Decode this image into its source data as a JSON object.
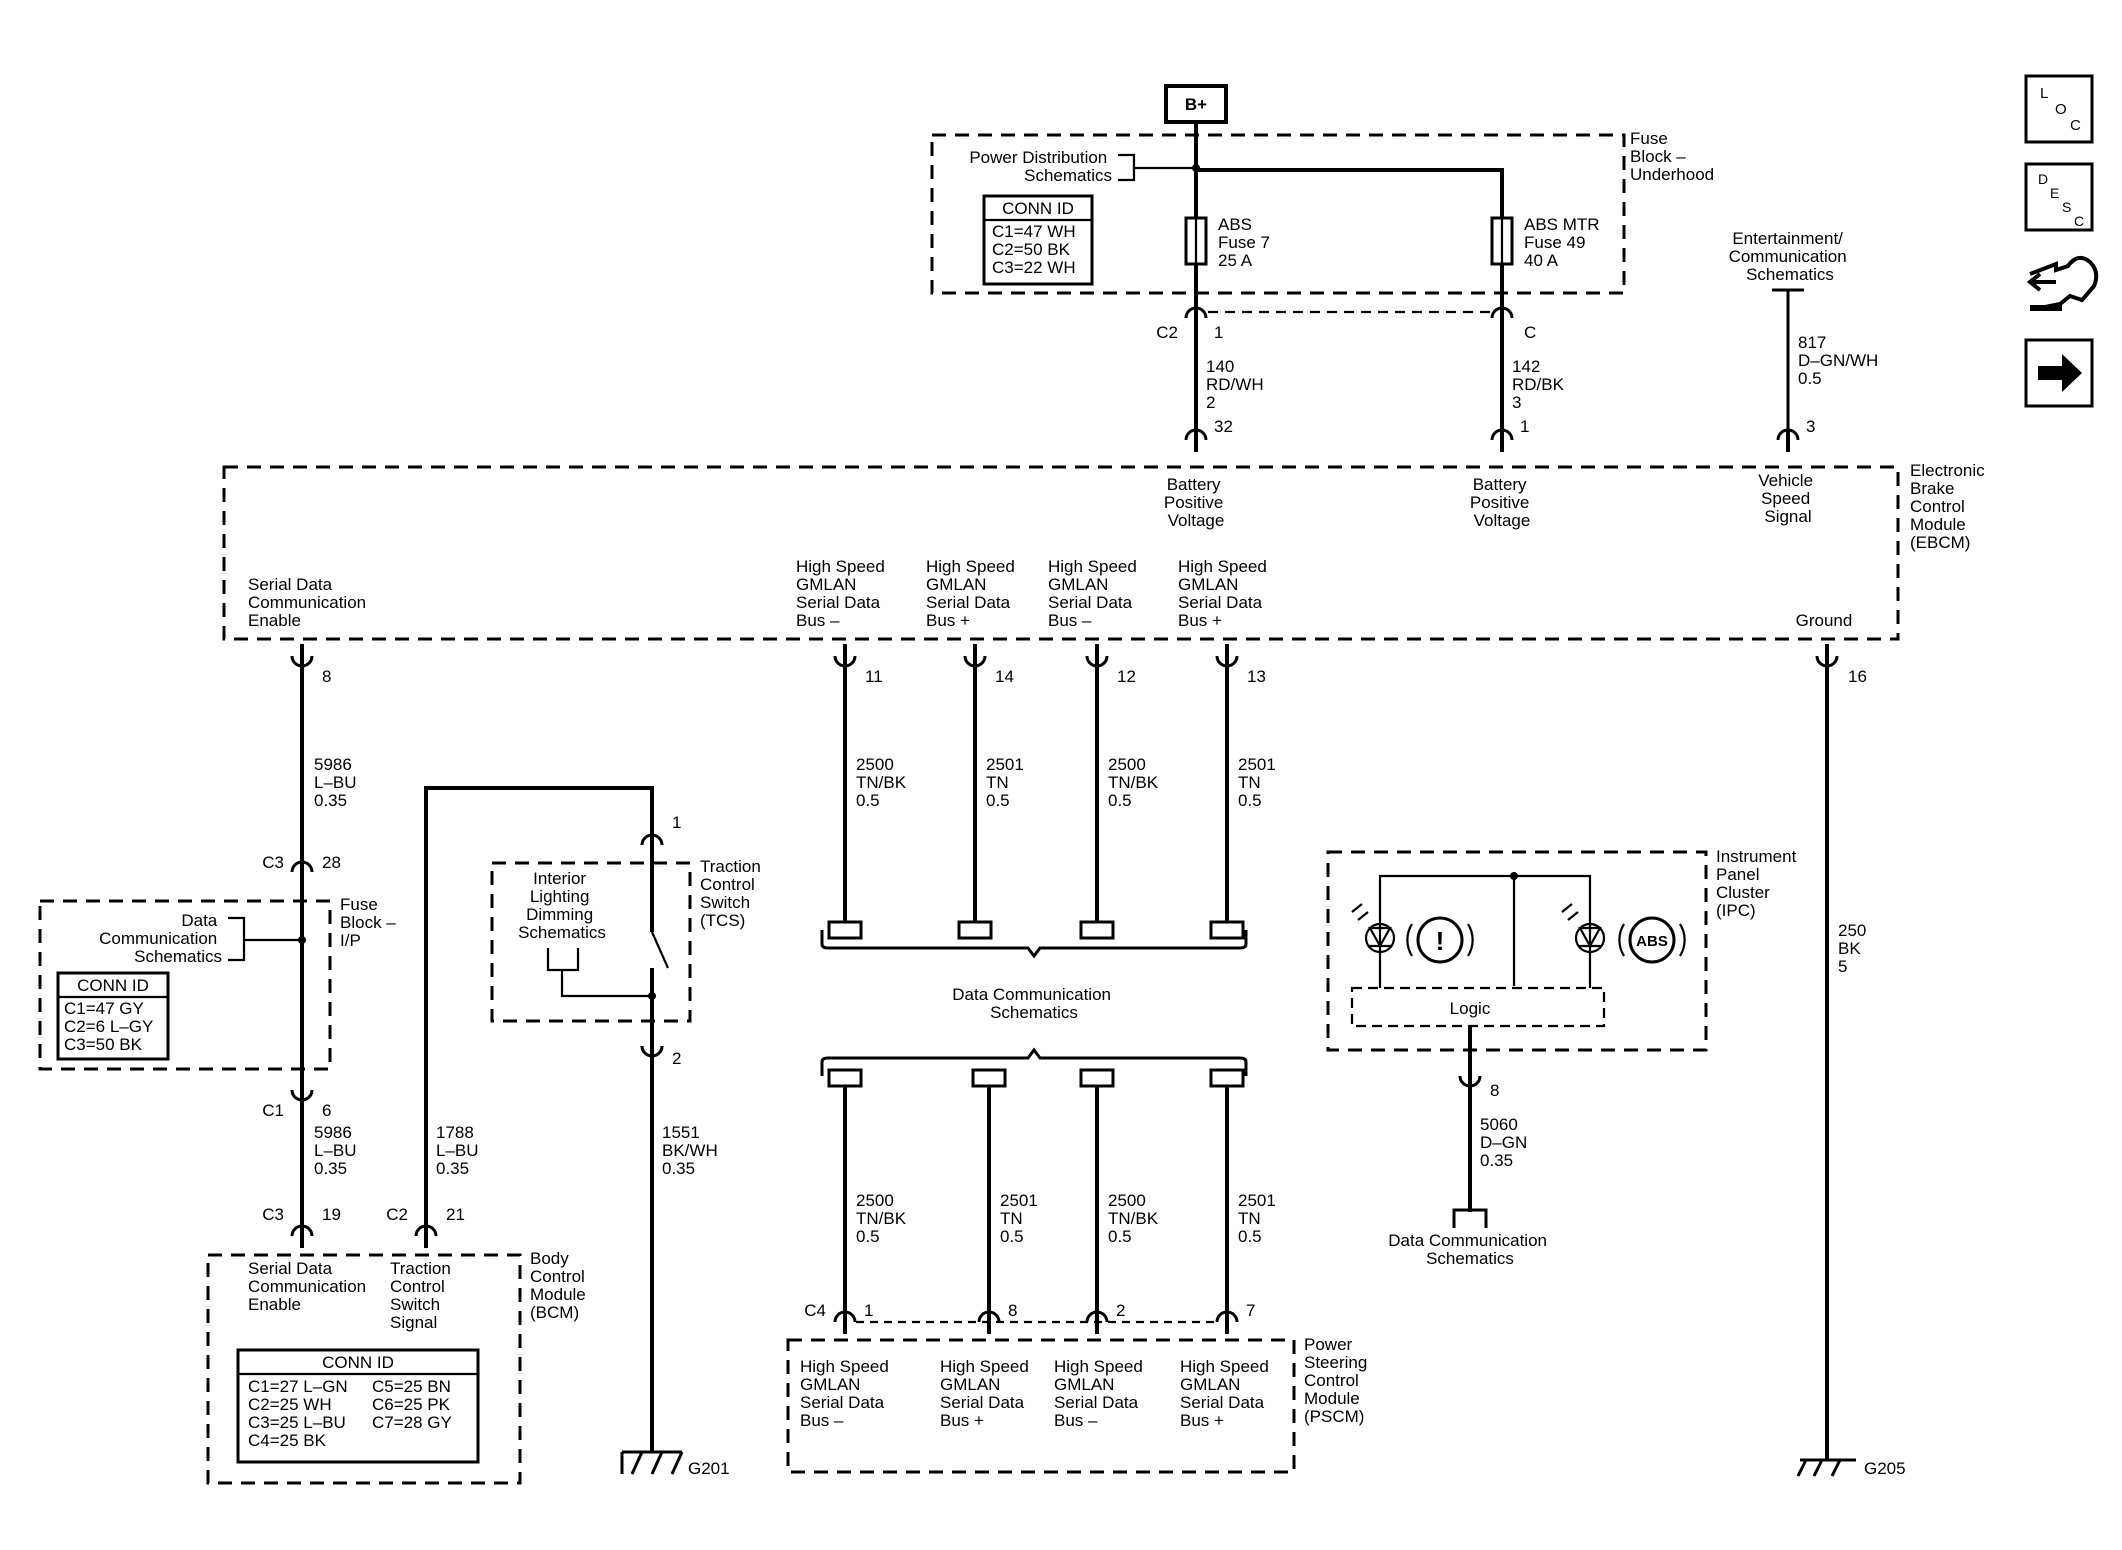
{
  "power": {
    "bplus": "B+"
  },
  "fuse_block_underhood": {
    "title": [
      "Fuse",
      "Block –",
      "Underhood"
    ],
    "pds": [
      "Power Distribution",
      "Schematics"
    ],
    "conn_title": "CONN ID",
    "conn_rows": [
      "C1=47 WH",
      "C2=50 BK",
      "C3=22 WH"
    ],
    "fuse_abs": [
      "ABS",
      "Fuse 7",
      "25 A"
    ],
    "fuse_absmtr": [
      "ABS MTR",
      "Fuse 49",
      "40 A"
    ],
    "conn_c2": "C2",
    "conn_c2_pin": "1",
    "conn_c": "C"
  },
  "wires": {
    "w140": [
      "140",
      "RD/WH",
      "2"
    ],
    "w142": [
      "142",
      "RD/BK",
      "3"
    ],
    "w817": [
      "817",
      "D–GN/WH",
      "0.5"
    ],
    "w5986a": [
      "5986",
      "L–BU",
      "0.35"
    ],
    "w5986b": [
      "5986",
      "L–BU",
      "0.35"
    ],
    "w1788": [
      "1788",
      "L–BU",
      "0.35"
    ],
    "w1551": [
      "1551",
      "BK/WH",
      "0.35"
    ],
    "w250": [
      "250",
      "BK",
      "5"
    ],
    "w5060": [
      "5060",
      "D–GN",
      "0.35"
    ],
    "gm_top": [
      [
        "2500",
        "TN/BK",
        "0.5"
      ],
      [
        "2501",
        "TN",
        "0.5"
      ],
      [
        "2500",
        "TN/BK",
        "0.5"
      ],
      [
        "2501",
        "TN",
        "0.5"
      ]
    ],
    "gm_bot": [
      [
        "2500",
        "TN/BK",
        "0.5"
      ],
      [
        "2501",
        "TN",
        "0.5"
      ],
      [
        "2500",
        "TN/BK",
        "0.5"
      ],
      [
        "2501",
        "TN",
        "0.5"
      ]
    ]
  },
  "ent": [
    "Entertainment/",
    "Communication",
    "Schematics"
  ],
  "ebcm": {
    "title": [
      "Electronic",
      "Brake",
      "Control",
      "Module",
      "(EBCM)"
    ],
    "bpv1": [
      "Battery",
      "Positive",
      "Voltage"
    ],
    "bpv2": [
      "Battery",
      "Positive",
      "Voltage"
    ],
    "vss": [
      "Vehicle",
      "Speed",
      "Signal"
    ],
    "sde": [
      "Serial Data",
      "Communication",
      "Enable"
    ],
    "ground": "Ground",
    "gm_labels": [
      [
        "High Speed",
        "GMLAN",
        "Serial Data",
        "Bus –"
      ],
      [
        "High Speed",
        "GMLAN",
        "Serial Data",
        "Bus +"
      ],
      [
        "High Speed",
        "GMLAN",
        "Serial Data",
        "Bus –"
      ],
      [
        "High Speed",
        "GMLAN",
        "Serial Data",
        "Bus +"
      ]
    ],
    "pins_top": [
      "32",
      "1",
      "3"
    ],
    "pins_bottom": [
      "8",
      "11",
      "14",
      "12",
      "13",
      "16"
    ]
  },
  "fuse_block_ip": {
    "title": [
      "Fuse",
      "Block –",
      "I/P"
    ],
    "dcs": [
      "Data",
      "Communication",
      "Schematics"
    ],
    "conn_title": "CONN ID",
    "conn_rows": [
      "C1=47 GY",
      "C2=6 L–GY",
      "C3=50 BK"
    ],
    "c3": "C3",
    "c3_pin": "28",
    "c1": "C1",
    "c1_pin": "6"
  },
  "tcs": {
    "title": [
      "Traction",
      "Control",
      "Switch",
      "(TCS)"
    ],
    "ild": [
      "Interior",
      "Lighting",
      "Dimming",
      "Schematics"
    ],
    "pin_top": "1",
    "pin_bottom": "2"
  },
  "bcm": {
    "title": [
      "Body",
      "Control",
      "Module",
      "(BCM)"
    ],
    "sde": [
      "Serial Data",
      "Communication",
      "Enable"
    ],
    "tcss": [
      "Traction",
      "Control",
      "Switch",
      "Signal"
    ],
    "conn_title": "CONN ID",
    "conn_left": [
      "C1=27 L–GN",
      "C2=25 WH",
      "C3=25 L–BU",
      "C4=25 BK"
    ],
    "conn_right": [
      "C5=25 BN",
      "C6=25 PK",
      "C7=28 GY"
    ],
    "c3": "C3",
    "c3_pin": "19",
    "c2": "C2",
    "c2_pin": "21"
  },
  "grounds": {
    "g201": "G201",
    "g205": "G205"
  },
  "dcs_mid": [
    "Data Communication",
    "Schematics"
  ],
  "psc": {
    "title": [
      "Power",
      "Steering",
      "Control",
      "Module",
      "(PSCM)"
    ],
    "labels": [
      [
        "High Speed",
        "GMLAN",
        "Serial Data",
        "Bus –"
      ],
      [
        "High Speed",
        "GMLAN",
        "Serial Data",
        "Bus +"
      ],
      [
        "High Speed",
        "GMLAN",
        "Serial Data",
        "Bus –"
      ],
      [
        "High Speed",
        "GMLAN",
        "Serial Data",
        "Bus +"
      ]
    ],
    "conn": "C4",
    "pins": [
      "1",
      "8",
      "2",
      "7"
    ]
  },
  "ipc": {
    "title": [
      "Instrument",
      "Panel",
      "Cluster",
      "(IPC)"
    ],
    "logic": "Logic",
    "abs": "ABS",
    "warn": "!",
    "pin": "8"
  },
  "dcs_ipc": [
    "Data Communication",
    "Schematics"
  ],
  "nav": {
    "loc": [
      "L",
      "O",
      "C"
    ],
    "desc": [
      "D",
      "E",
      "S",
      "C"
    ]
  }
}
